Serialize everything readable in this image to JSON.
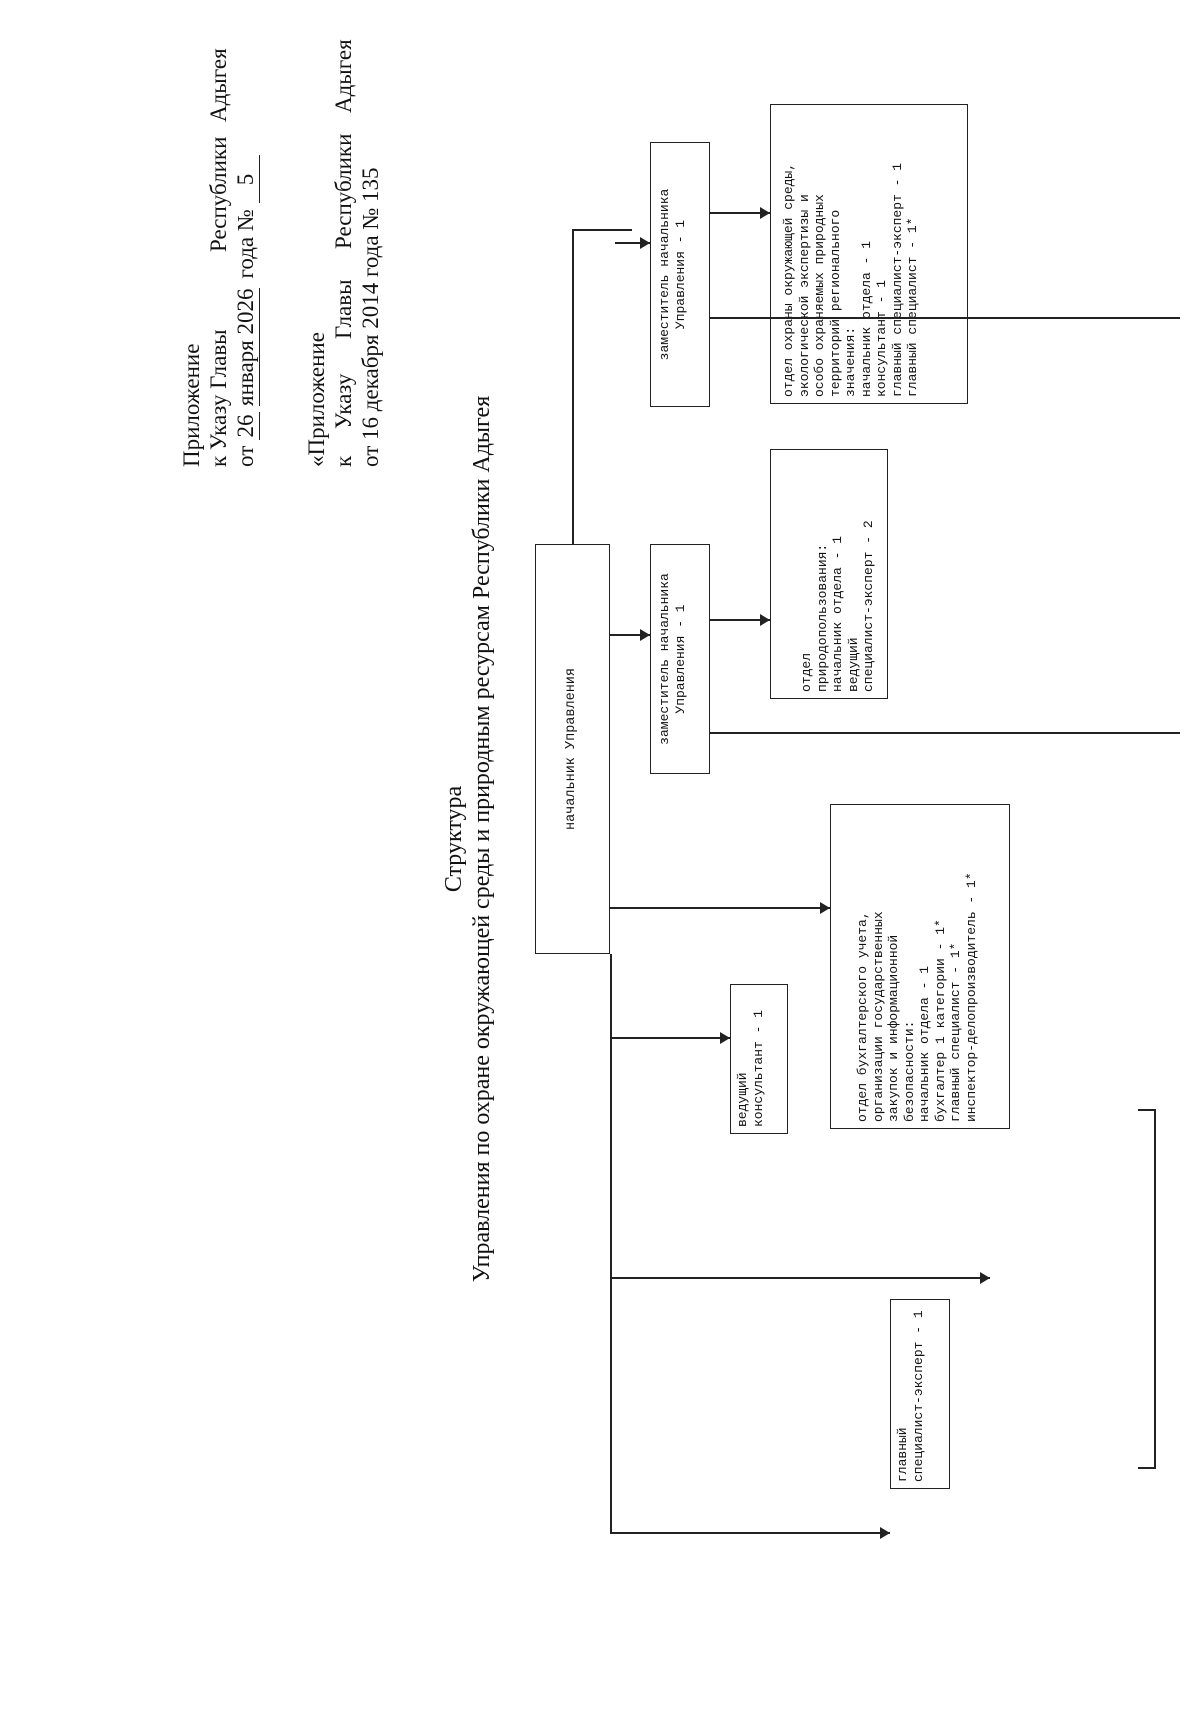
{
  "header": {
    "appendix_new": {
      "line1": "Приложение",
      "line2_left": "к Указу Главы",
      "line2_mid": "Республики",
      "line2_right": "Адыгея",
      "line3_prefix": "от",
      "day": "26",
      "month": "января 2026",
      "year_word": "года №",
      "number": "5"
    },
    "appendix_old": {
      "line1": "«Приложение",
      "line2_k": "к",
      "line2_ukazu": "Указу",
      "line2_glavy": "Главы",
      "line2_mid": "Республики",
      "line2_right": "Адыгея",
      "line3": "от 16 декабря 2014 года № 135"
    }
  },
  "title": {
    "line1": "Структура",
    "line2": "Управления по охране окружающей среды и природным ресурсам Республики Адыгея"
  },
  "org": {
    "head": "начальник Управления",
    "deputy1": [
      "заместитель начальника",
      "Управления - 1"
    ],
    "deputy2": [
      "заместитель начальника",
      "Управления - 1"
    ],
    "dept_env": [
      "отдел охраны окружающей среды,",
      "экологической экспертизы и",
      "особо охраняемых природных",
      "территорий регионального",
      "значения:",
      "начальник отдела - 1",
      "консультант - 1",
      "главный специалист-эксперт - 1",
      "главный специалист - 1*"
    ],
    "dept_nature": [
      "отдел",
      "природопользования:",
      "начальник отдела - 1",
      "ведущий",
      "специалист-эксперт - 2"
    ],
    "dept_accounting": [
      "отдел бухгалтерского учета,",
      "организации государственных",
      "закупок и информационной",
      "безопасности:",
      "начальник отдела - 1",
      "бухгалтер 1 категории - 1*",
      "главный специалист - 1*",
      "инспектор-делопроизводитель - 1*"
    ],
    "lead_consultant": [
      "ведущий",
      "консультант - 1"
    ],
    "chief_specialist": [
      "главный",
      "специалист-эксперт - 1"
    ]
  }
}
